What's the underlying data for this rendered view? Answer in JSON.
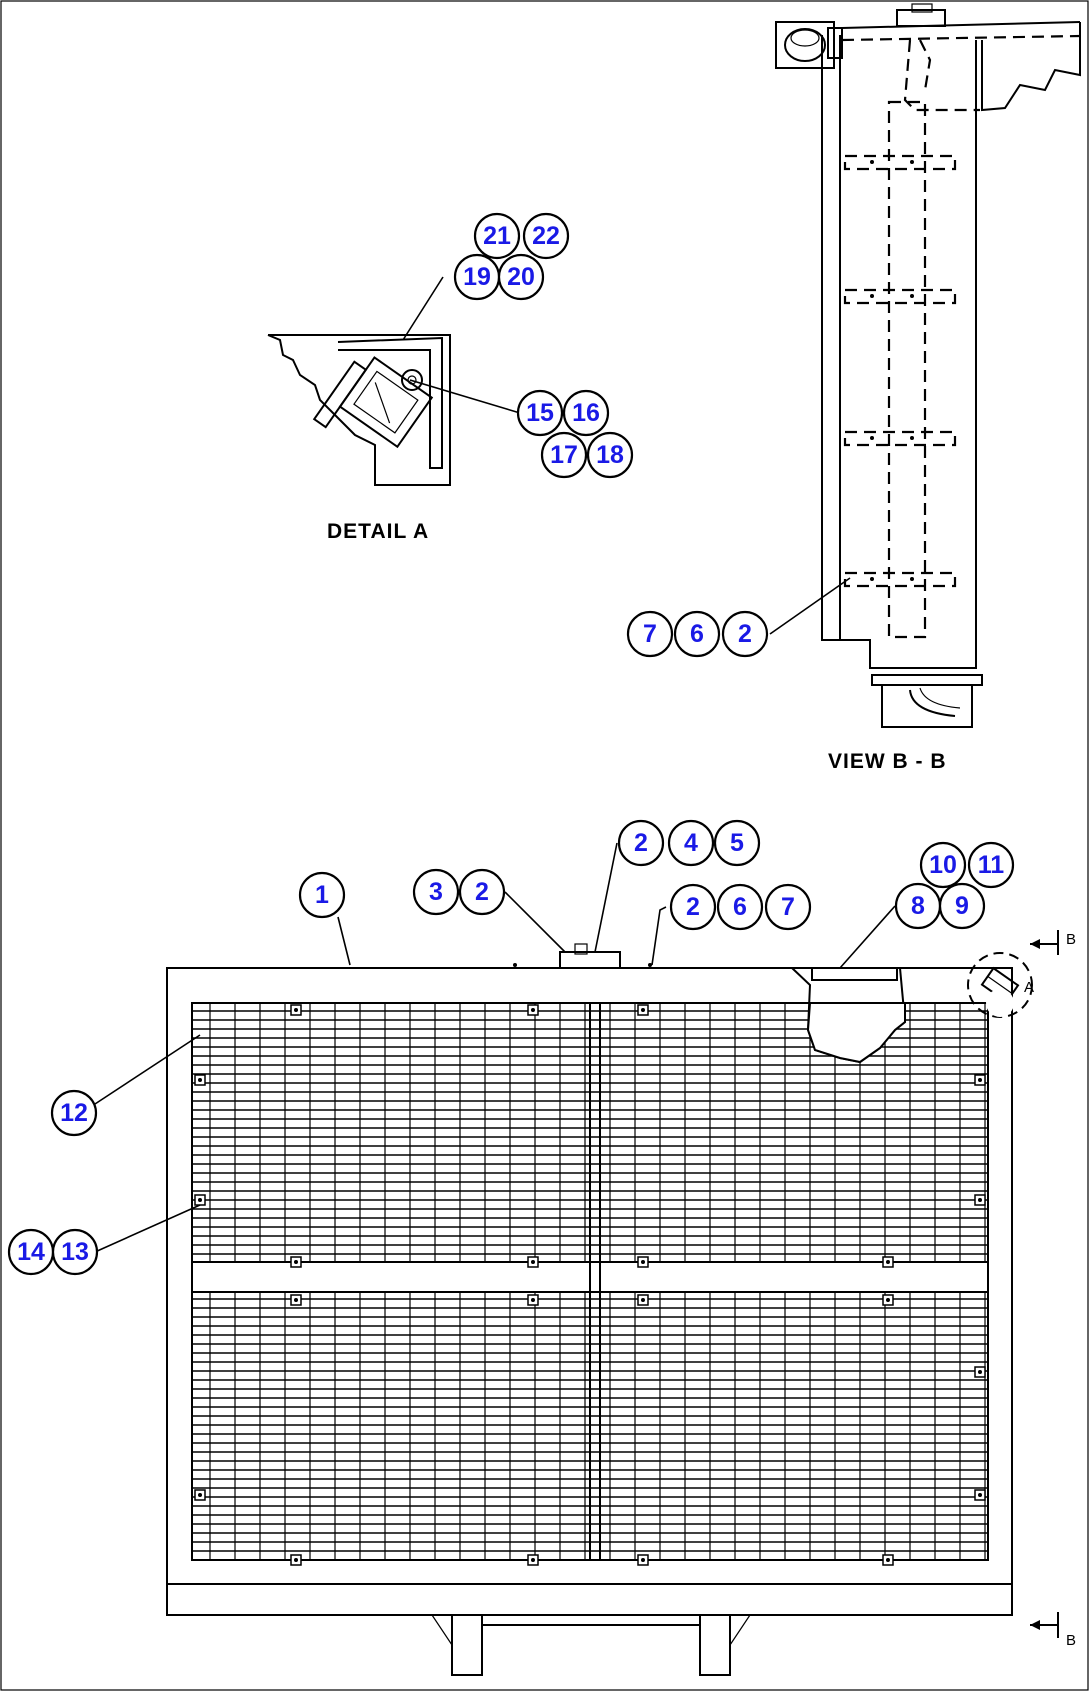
{
  "labels": {
    "detail_a": "DETAIL  A",
    "view_bb": "VIEW  B - B",
    "marker_a": "A",
    "section_b_top": "B",
    "section_b_bottom": "B"
  },
  "callouts": [
    {
      "id": "c21",
      "text": "21"
    },
    {
      "id": "c22",
      "text": "22"
    },
    {
      "id": "c19",
      "text": "19"
    },
    {
      "id": "c20",
      "text": "20"
    },
    {
      "id": "c15",
      "text": "15"
    },
    {
      "id": "c16",
      "text": "16"
    },
    {
      "id": "c17",
      "text": "17"
    },
    {
      "id": "c18",
      "text": "18"
    },
    {
      "id": "c7a",
      "text": "7"
    },
    {
      "id": "c6a",
      "text": "6"
    },
    {
      "id": "c2a",
      "text": "2"
    },
    {
      "id": "c2b",
      "text": "2"
    },
    {
      "id": "c4",
      "text": "4"
    },
    {
      "id": "c5",
      "text": "5"
    },
    {
      "id": "c10",
      "text": "10"
    },
    {
      "id": "c11",
      "text": "11"
    },
    {
      "id": "c1",
      "text": "1"
    },
    {
      "id": "c3",
      "text": "3"
    },
    {
      "id": "c2c",
      "text": "2"
    },
    {
      "id": "c2d",
      "text": "2"
    },
    {
      "id": "c6b",
      "text": "6"
    },
    {
      "id": "c7b",
      "text": "7"
    },
    {
      "id": "c8",
      "text": "8"
    },
    {
      "id": "c9",
      "text": "9"
    },
    {
      "id": "c12",
      "text": "12"
    },
    {
      "id": "c14",
      "text": "14"
    },
    {
      "id": "c13",
      "text": "13"
    }
  ]
}
